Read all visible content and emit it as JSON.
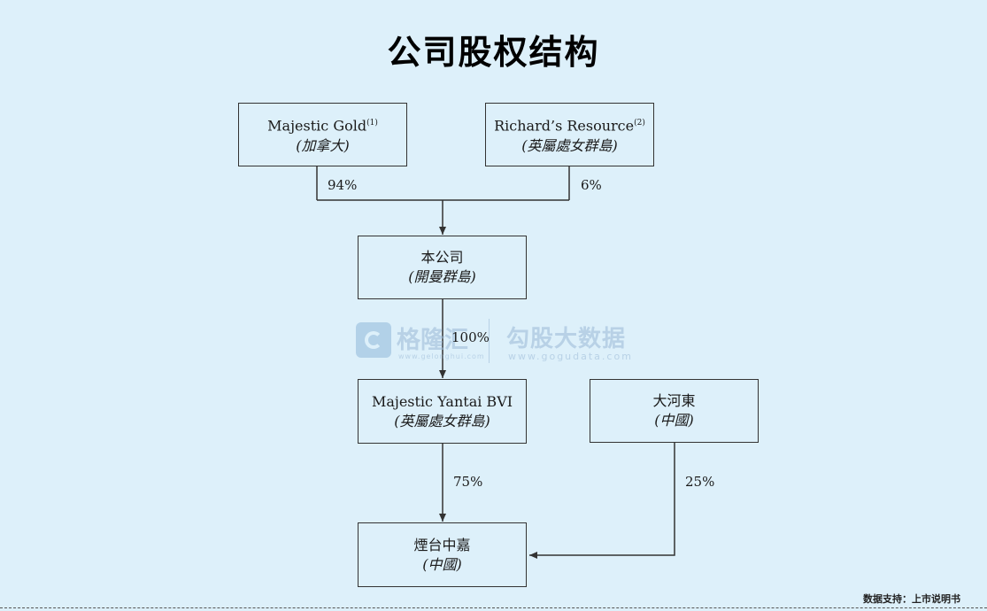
{
  "title": "公司股权结构",
  "nodes": {
    "majestic_gold": {
      "name": "Majestic Gold",
      "note": "(1)",
      "jurisdiction": "(加拿大)"
    },
    "richards_resource": {
      "name": "Richard’s Resource",
      "note": "(2)",
      "jurisdiction": "(英屬處女群島)"
    },
    "company": {
      "name": "本公司",
      "jurisdiction": "(開曼群島)"
    },
    "majestic_yantai": {
      "name": "Majestic Yantai BVI",
      "jurisdiction": "(英屬處女群島)"
    },
    "dahedong": {
      "name": "大河東",
      "jurisdiction": "(中國)"
    },
    "yantai_zhongjia": {
      "name": "煙台中嘉",
      "jurisdiction": "(中國)"
    }
  },
  "edges": {
    "majestic_gold_to_company": "94%",
    "richards_to_company": "6%",
    "company_to_yantai_bvi": "100%",
    "yantai_bvi_to_zhongjia": "75%",
    "dahedong_to_zhongjia": "25%"
  },
  "watermark": {
    "brand1": "格隆汇",
    "url1": "www.gelonghui.com",
    "brand2": "勾股大数据",
    "url2": "www.gogudata.com"
  },
  "footer": "数据支持：上市说明书"
}
